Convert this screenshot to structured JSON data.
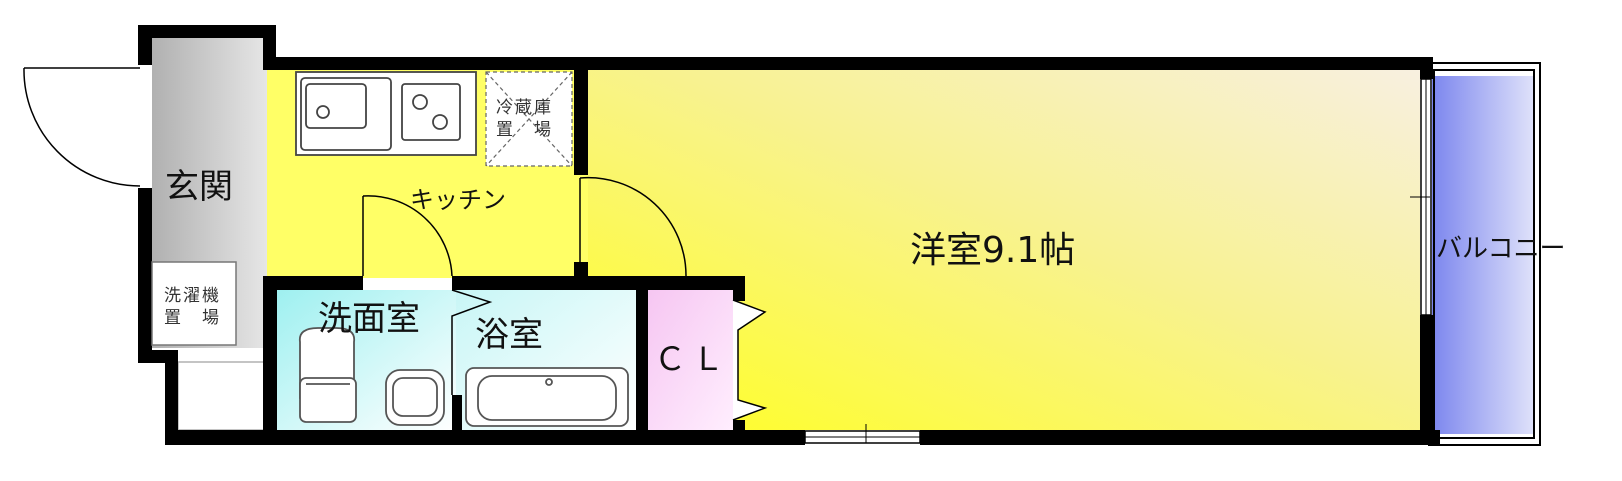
{
  "floorplan": {
    "rooms": {
      "genkan": "玄関",
      "kitchen": "キッチン",
      "western_room": "洋室9.1帖",
      "washroom": "洗面室",
      "bathroom": "浴室",
      "closet": "ＣＬ",
      "balcony": "バルコニー"
    },
    "fixtures": {
      "fridge_line1": "冷蔵庫",
      "fridge_line2": "置　場",
      "washer_line1": "洗濯機",
      "washer_line2": "置　場"
    }
  },
  "colors": {
    "wall": "#000000",
    "genkan": "#c8c8c8",
    "kitchen": "#ffff66",
    "western_room": "#f5f060",
    "wash_bath": "#bff5f5",
    "closet": "#f3b8f0",
    "balcony": "#8f9af0"
  }
}
